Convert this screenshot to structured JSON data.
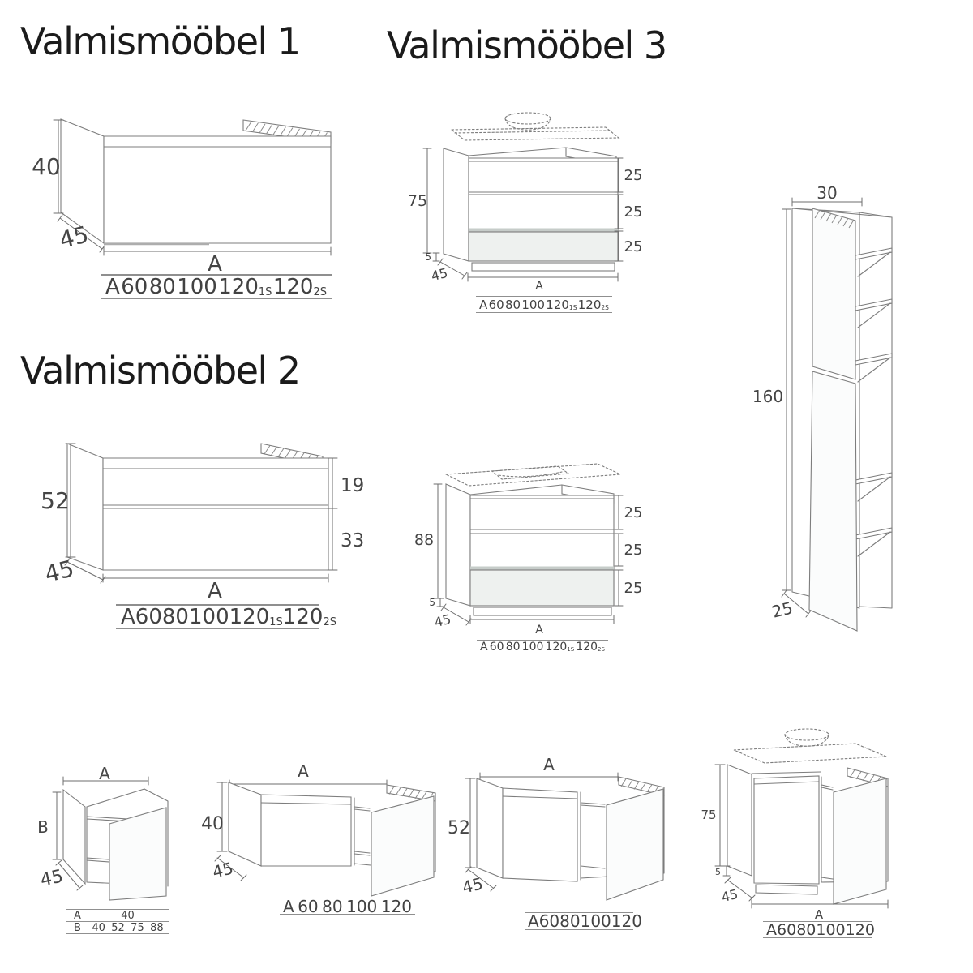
{
  "titles": {
    "vm1": "Valmismööbel 1",
    "vm2": "Valmismööbel 2",
    "vm3": "Valmismööbel 3"
  },
  "figures": {
    "vm1": {
      "height": "40",
      "depth": "45",
      "width": "A"
    },
    "vm2": {
      "height": "52",
      "depth": "45",
      "width": "A",
      "drawers": [
        "19",
        "33"
      ]
    },
    "vm3a": {
      "height": "75",
      "plinth": "5",
      "depth": "45",
      "width": "A",
      "drawers": [
        "25",
        "25",
        "25"
      ]
    },
    "vm3b": {
      "height": "88",
      "plinth": "5",
      "depth": "45",
      "width": "A",
      "drawers": [
        "25",
        "25",
        "25"
      ]
    },
    "tall": {
      "width": "30",
      "height": "160",
      "depth": "25"
    },
    "b1": {
      "width": "A",
      "height": "B",
      "depth": "45"
    },
    "b2": {
      "width": "A",
      "height": "40",
      "depth": "45"
    },
    "b3": {
      "width": "A",
      "height": "52",
      "depth": "45"
    },
    "b4": {
      "height": "75",
      "plinth": "5",
      "depth": "45",
      "width": "A"
    }
  },
  "tables": {
    "sizes_s": {
      "label": "A",
      "v1": "60",
      "v2": "80",
      "v3": "100",
      "v4": "120",
      "v4_sub": "1S",
      "v5": "120",
      "v5_sub": "2S"
    },
    "sizes_plain": {
      "label": "A",
      "v1": "60",
      "v2": "80",
      "v3": "100",
      "v4": "120"
    },
    "corner": {
      "row_a_label": "A",
      "row_a_value": "40",
      "row_b_label": "B",
      "row_b_values": [
        "40",
        "52",
        "75",
        "88"
      ]
    }
  }
}
